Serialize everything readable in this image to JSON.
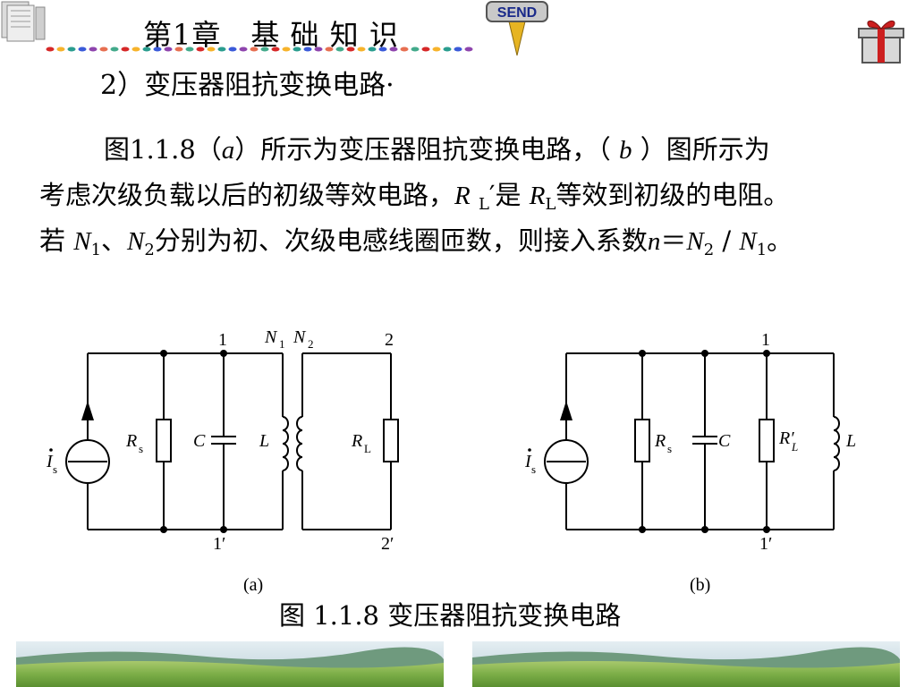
{
  "header": {
    "chapter_title": "第1章　基 础 知 识",
    "send_label": "SEND"
  },
  "section": {
    "heading": "2）变压器阻抗变换电路·"
  },
  "paragraph": {
    "l1_a": "图1.1.8（",
    "l1_a_var": "a",
    "l1_b": "）所示为变压器阻抗变换电路，（ ",
    "l1_b_var": "b",
    "l1_c": " ）图所示为",
    "l2_a": "考虑次级负载以后的初级等效电路，",
    "l2_r": "R",
    "l2_rsub": "L",
    "l2_b": "′是 ",
    "l2_r2": "R",
    "l2_r2sub": "L",
    "l2_c": "等效到初级的电阻。",
    "l3_a": "若 ",
    "l3_n1": "N",
    "l3_n1sub": "1",
    "l3_b": "、",
    "l3_n2": "N",
    "l3_n2sub": "2",
    "l3_c": "分别为初、次级电感线圈匝数，则接入系数",
    "l3_n": "n",
    "l3_d": "＝",
    "l3_n2b": "N",
    "l3_n2bsub": "2",
    "l3_e": " / ",
    "l3_n1b": "N",
    "l3_n1bsub": "1",
    "l3_f": "。"
  },
  "circuit_a": {
    "node_top_left": "1",
    "node_top_right": "2",
    "node_bottom_left": "1′",
    "node_bottom_right": "2′",
    "n1": "N",
    "n1_sub": "1",
    "n2": "N",
    "n2_sub": "2",
    "source": "I",
    "source_sub": "s",
    "rs": "R",
    "rs_sub": "s",
    "c": "C",
    "l": "L",
    "rl": "R",
    "rl_sub": "L",
    "caption": "(a)"
  },
  "circuit_b": {
    "node_top": "1",
    "node_bottom": "1′",
    "source": "I",
    "source_sub": "s",
    "rs": "R",
    "rs_sub": "s",
    "c": "C",
    "rl": "R′",
    "rl_sub": "L",
    "l": "L",
    "caption": "(b)"
  },
  "figure_caption": "图 1.1.8 变压器阻抗变换电路",
  "colors": {
    "wire": "#000000",
    "send_yellow": "#f5d11a",
    "gift_red": "#cc1f1f",
    "grass_green": "#7cae48",
    "sky": "#cfe0e8"
  }
}
